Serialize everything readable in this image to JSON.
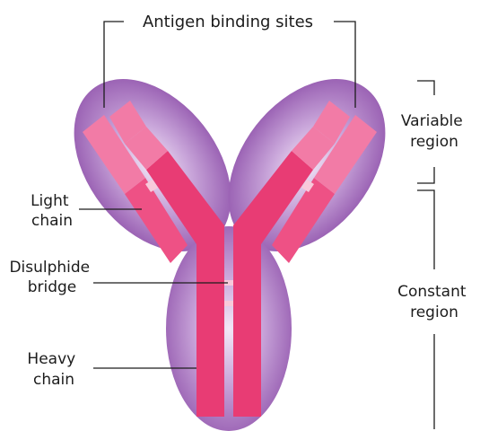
{
  "diagram": {
    "labels": {
      "antigen_binding_sites": "Antigen binding sites",
      "variable_region": [
        "Variable",
        "region"
      ],
      "constant_region": [
        "Constant",
        "region"
      ],
      "light_chain": [
        "Light",
        "chain"
      ],
      "disulphide_bridge": [
        "Disulphide",
        "bridge"
      ],
      "heavy_chain": [
        "Heavy",
        "chain"
      ]
    },
    "colors": {
      "lobe_edge": "#9256ad",
      "lobe_center": "#f3e8f7",
      "heavy_chain": "#e83c74",
      "light_chain_constant": "#ee5185",
      "variable_domain": "#f27ba6",
      "bridge": "#f8c9da",
      "text": "#1c1c1c"
    }
  }
}
